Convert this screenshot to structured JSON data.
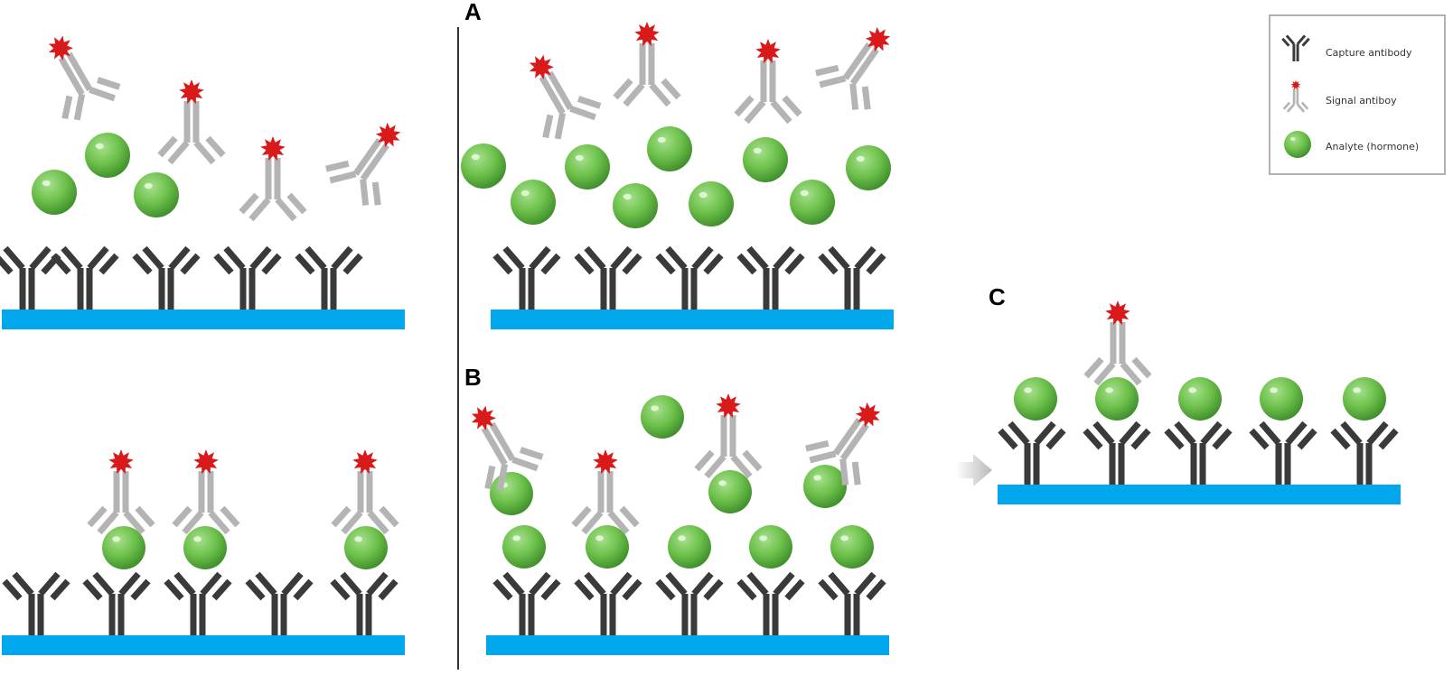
{
  "panel_labels": {
    "a": "A",
    "b": "B",
    "c": "C"
  },
  "legend": {
    "items": [
      {
        "icon": "capture-antibody-icon",
        "label": "Capture antibody"
      },
      {
        "icon": "signal-antibody-icon",
        "label": "Signal antiboy"
      },
      {
        "icon": "analyte-icon",
        "label": "Analyte (hormone)"
      }
    ]
  },
  "colors": {
    "surface": "#00a7ec",
    "capture_antibody": "#3a3a3a",
    "signal_antibody": "#b4b4b4",
    "signal_label": "#d91a1a",
    "analyte": "#6cc04a",
    "analyte_dark": "#3f8f2c",
    "divider": "#333333",
    "arrow": "#c8c8c8"
  }
}
